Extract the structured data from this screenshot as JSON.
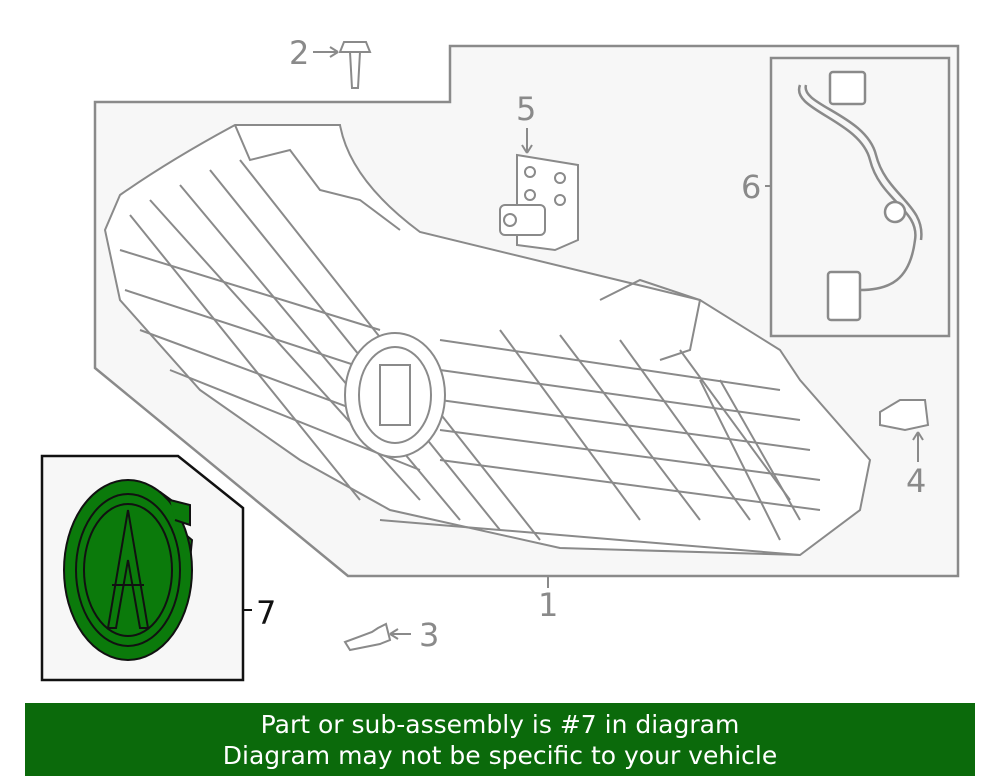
{
  "callouts": {
    "c1": "1",
    "c2": "2",
    "c3": "3",
    "c4": "4",
    "c5": "5",
    "c6": "6",
    "c7": "7"
  },
  "banner": {
    "line1": "Part or sub-assembly is #7 in diagram",
    "line2": "Diagram may not be specific to your vehicle"
  },
  "colors": {
    "highlight": "#0b7a0b",
    "banner_bg": "#0b6a0b",
    "line": "#8a8a8a"
  }
}
